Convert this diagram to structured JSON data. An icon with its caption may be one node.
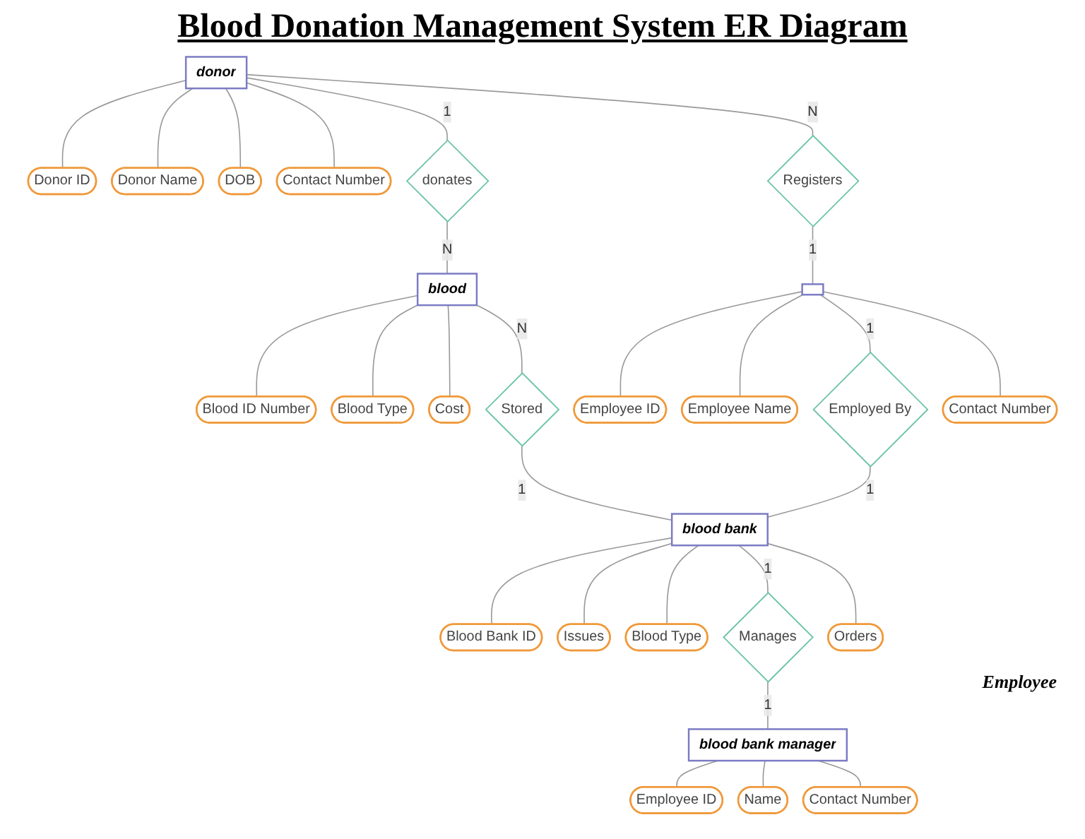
{
  "diagram": {
    "title": "Blood Donation Management System ER Diagram",
    "nodes": [
      {
        "text": [
          "Donor ID"
        ]
      },
      {
        "text": [
          "Donor Name"
        ]
      },
      {
        "text": [
          "DOB"
        ]
      },
      {
        "text": [
          "Contact Number"
        ]
      },
      {
        "text": [
          "donor"
        ]
      },
      {
        "text": [
          "donates"
        ]
      },
      {
        "text": [
          "Blood ID Number"
        ]
      },
      {
        "text": [
          "Blood Type"
        ]
      },
      {
        "text": [
          "blood"
        ]
      },
      {
        "text": [
          "Cost"
        ]
      },
      {
        "text": [
          "Registers"
        ]
      },
      {
        "text": [
          "Stored"
        ]
      },
      {
        "text": [
          "Employee ID"
        ]
      },
      {
        "text": [],
        "shape": "box"
      },
      {
        "text": [
          "Employee Name"
        ]
      },
      {
        "text": [
          "Employed By"
        ]
      },
      {
        "text": [
          "Contact Number"
        ]
      },
      {
        "text": [
          "Blood Bank ID"
        ]
      },
      {
        "text": [
          "blood bank"
        ]
      },
      {
        "text": [
          "Issues"
        ]
      },
      {
        "text": [
          "Blood Type"
        ]
      },
      {
        "text": [
          "Manages"
        ]
      },
      {
        "text": [
          "Orders"
        ]
      },
      {
        "text": [
          "blood bank manager"
        ]
      },
      {
        "text": [
          "Employee ID"
        ]
      },
      {
        "text": [
          "Contact Number"
        ]
      },
      {
        "text": [
          "Name"
        ]
      }
    ],
    "edges": [
      {
        "from": 4,
        "to": 0,
        "arrow": "none"
      },
      {
        "from": 4,
        "to": 1,
        "arrow": "none"
      },
      {
        "from": 4,
        "to": 2,
        "arrow": "none"
      },
      {
        "from": 4,
        "to": 3,
        "arrow": "none"
      },
      {
        "from": 4,
        "to": 5,
        "arrow": "none",
        "label": "1"
      },
      {
        "from": 5,
        "to": 8,
        "arrow": "none",
        "label": "N"
      },
      {
        "from": 8,
        "to": 6,
        "arrow": "none"
      },
      {
        "from": 8,
        "to": 7,
        "arrow": "none"
      },
      {
        "from": 8,
        "to": 9,
        "arrow": "none"
      },
      {
        "from": 4,
        "to": 10,
        "arrow": "none",
        "label": "N"
      },
      {
        "from": 10,
        "to": 13,
        "arrow": "none",
        "label": "1"
      },
      {
        "from": 8,
        "to": 11,
        "arrow": "none",
        "label": "N"
      },
      {
        "from": 11,
        "to": 18,
        "arrow": "none",
        "label": "1"
      },
      {
        "from": 13,
        "to": 12,
        "arrow": "none"
      },
      {
        "from": 13,
        "to": 14,
        "arrow": "none"
      },
      {
        "from": 13,
        "to": 16,
        "arrow": "none"
      },
      {
        "from": 13,
        "to": 15,
        "arrow": "none",
        "label": "1"
      },
      {
        "from": 15,
        "to": 18,
        "arrow": "none",
        "label": "1"
      },
      {
        "from": 18,
        "to": 17,
        "arrow": "none"
      },
      {
        "from": 18,
        "to": 19,
        "arrow": "none"
      },
      {
        "from": 18,
        "to": 22,
        "arrow": "none"
      },
      {
        "from": 18,
        "to": 20,
        "arrow": "none"
      },
      {
        "from": 18,
        "to": 21,
        "arrow": "none",
        "label": "1"
      },
      {
        "from": 21,
        "to": 23,
        "arrow": "none",
        "label": "1"
      },
      {
        "from": 23,
        "to": 24,
        "arrow": "none"
      },
      {
        "from": 23,
        "to": 26,
        "arrow": "none"
      },
      {
        "from": 23,
        "to": 25,
        "arrow": "none"
      }
    ],
    "labels": [
      "Employee"
    ]
  }
}
